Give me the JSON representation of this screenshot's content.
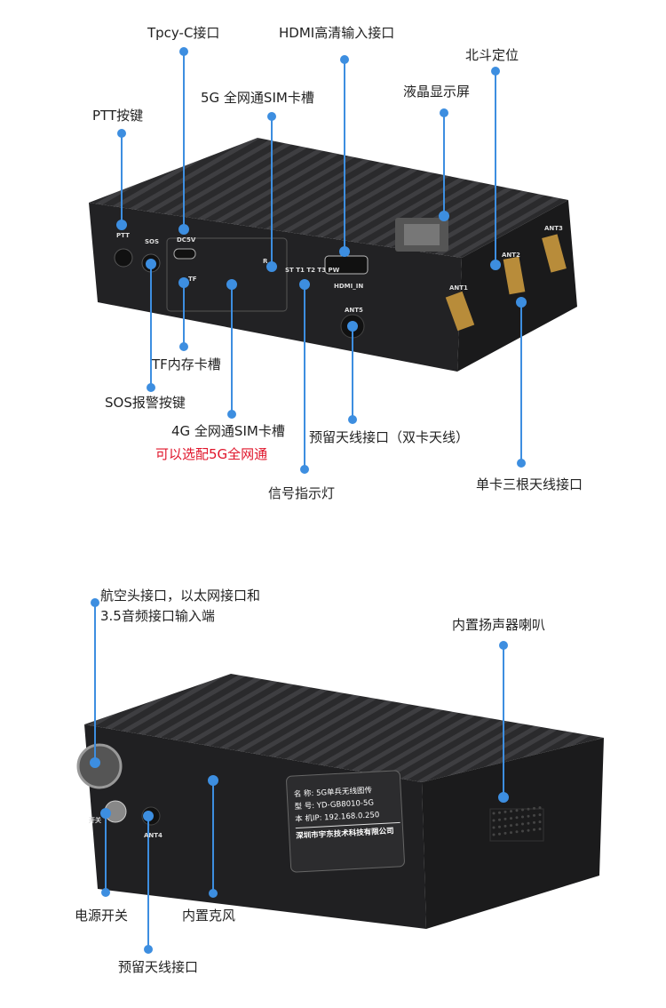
{
  "colors": {
    "callout": "#3d8ee0",
    "body": "#1c1c1e",
    "highlight": "#e0142a"
  },
  "top_view": {
    "callouts": [
      {
        "id": "typec",
        "label": "Tpcy-C接口"
      },
      {
        "id": "hdmi",
        "label": "HDMI高清输入接口"
      },
      {
        "id": "beidou",
        "label": "北斗定位"
      },
      {
        "id": "lcd",
        "label": "液晶显示屏"
      },
      {
        "id": "sim5g",
        "label": "5G 全网通SIM卡槽"
      },
      {
        "id": "ptt",
        "label": "PTT按键"
      },
      {
        "id": "tf",
        "label": "TF内存卡槽"
      },
      {
        "id": "sos",
        "label": "SOS报警按键"
      },
      {
        "id": "sim4g",
        "label": "4G 全网通SIM卡槽",
        "note": "可以选配5G全网通"
      },
      {
        "id": "ant5",
        "label": "预留天线接口（双卡天线）"
      },
      {
        "id": "led",
        "label": "信号指示灯"
      },
      {
        "id": "ant3",
        "label": "单卡三根天线接口"
      }
    ],
    "port_marks": [
      "PTT",
      "SOS",
      "DC5V",
      "TF",
      "R",
      "ST T1 T2 T3 PW",
      "HDMI_IN",
      "ANT5",
      "ANT1",
      "ANT2",
      "ANT3"
    ]
  },
  "bottom_view": {
    "callouts": [
      {
        "id": "aviation",
        "label": "航空头接口，以太网接口和",
        "label2": "3.5音频接口输入端"
      },
      {
        "id": "speaker",
        "label": "内置扬声器喇叭"
      },
      {
        "id": "power",
        "label": "电源开关"
      },
      {
        "id": "mic",
        "label": "内置克风"
      },
      {
        "id": "ant4",
        "label": "预留天线接口"
      }
    ],
    "port_marks": [
      "开关",
      "ANT4"
    ],
    "nameplate": {
      "name": "名  称: 5G单兵无线图传",
      "model": "型  号: YD-GB8010-5G",
      "ip": "本  机IP: 192.168.0.250",
      "company": "深圳市宇东技术科技有限公司"
    }
  }
}
